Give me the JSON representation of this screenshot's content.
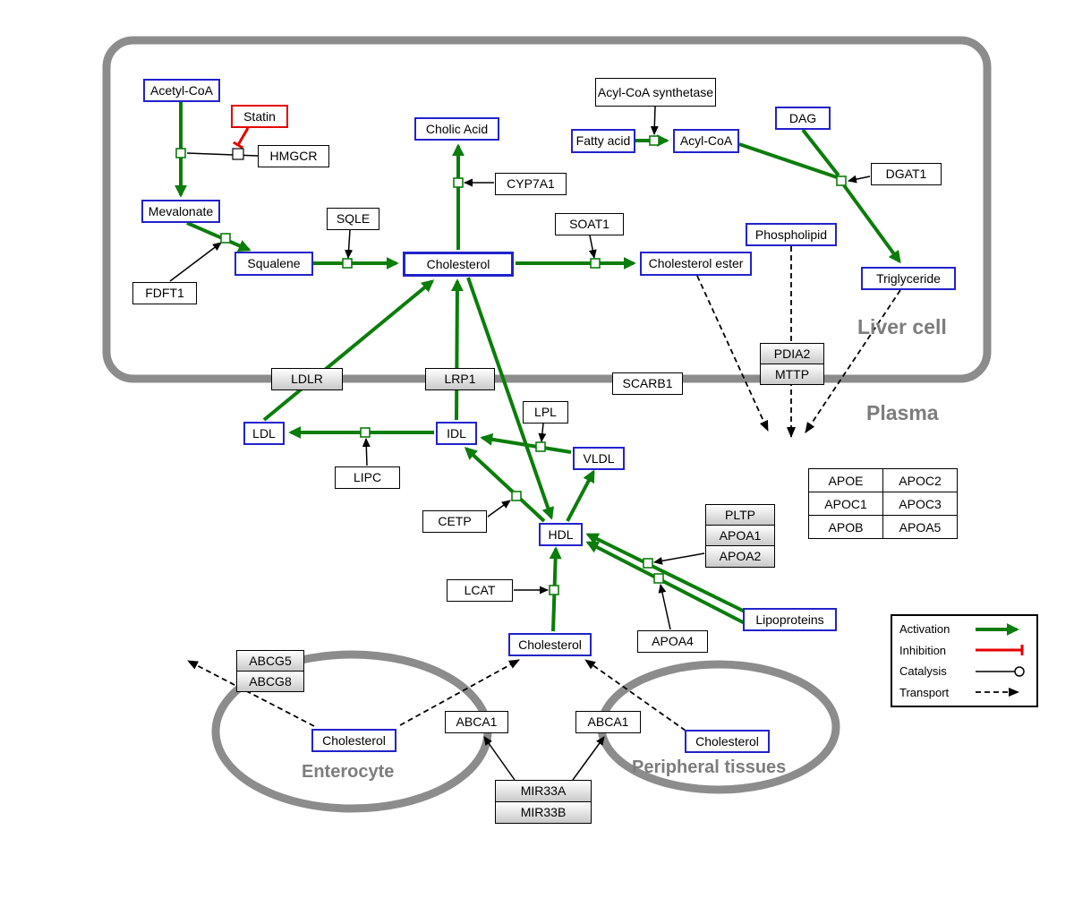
{
  "regions": {
    "liver": "Liver cell",
    "plasma": "Plasma",
    "enterocyte": "Enterocyte",
    "peripheral": "Peripheral tissues"
  },
  "nodes": {
    "acetyl_coa": "Acetyl-CoA",
    "statin": "Statin",
    "hmgcr": "HMGCR",
    "mevalonate": "Mevalonate",
    "fdft1": "FDFT1",
    "squalene": "Squalene",
    "sqle": "SQLE",
    "cholesterol_liver": "Cholesterol",
    "cholic_acid": "Cholic Acid",
    "cyp7a1": "CYP7A1",
    "soat1": "SOAT1",
    "cholesterol_ester": "Cholesterol ester",
    "acyl_coa_synthetase": "Acyl-CoA synthetase",
    "fatty_acid": "Fatty acid",
    "acyl_coa": "Acyl-CoA",
    "dag": "DAG",
    "dgat1": "DGAT1",
    "phospholipid": "Phospholipid",
    "triglyceride": "Triglyceride",
    "pdia2": "PDIA2",
    "mttp": "MTTP",
    "ldlr": "LDLR",
    "lrp1": "LRP1",
    "scarb1": "SCARB1",
    "ldl": "LDL",
    "idl": "IDL",
    "vldl": "VLDL",
    "hdl": "HDL",
    "lpl": "LPL",
    "lipc": "LIPC",
    "cetp": "CETP",
    "lcat": "LCAT",
    "pltp": "PLTP",
    "apoa1": "APOA1",
    "apoa2": "APOA2",
    "apoa4": "APOA4",
    "apoe": "APOE",
    "apoc1": "APOC1",
    "apob": "APOB",
    "apoc2": "APOC2",
    "apoc3": "APOC3",
    "apoa5": "APOA5",
    "lipoproteins": "Lipoproteins",
    "cholesterol_plasma": "Cholesterol",
    "abcg5": "ABCG5",
    "abcg8": "ABCG8",
    "cholesterol_enterocyte": "Cholesterol",
    "abca1_enterocyte": "ABCA1",
    "abca1_peripheral": "ABCA1",
    "cholesterol_peripheral": "Cholesterol",
    "mir33a": "MIR33A",
    "mir33b": "MIR33B"
  },
  "legend": {
    "activation": "Activation",
    "inhibition": "Inhibition",
    "catalysis": "Catalysis",
    "transport": "Transport"
  },
  "colors": {
    "activation_green": "#0a7d0a",
    "inhibition_red": "#e60000",
    "metabolite_border_blue": "#2222cc",
    "membrane_gray": "#8c8c8c"
  }
}
